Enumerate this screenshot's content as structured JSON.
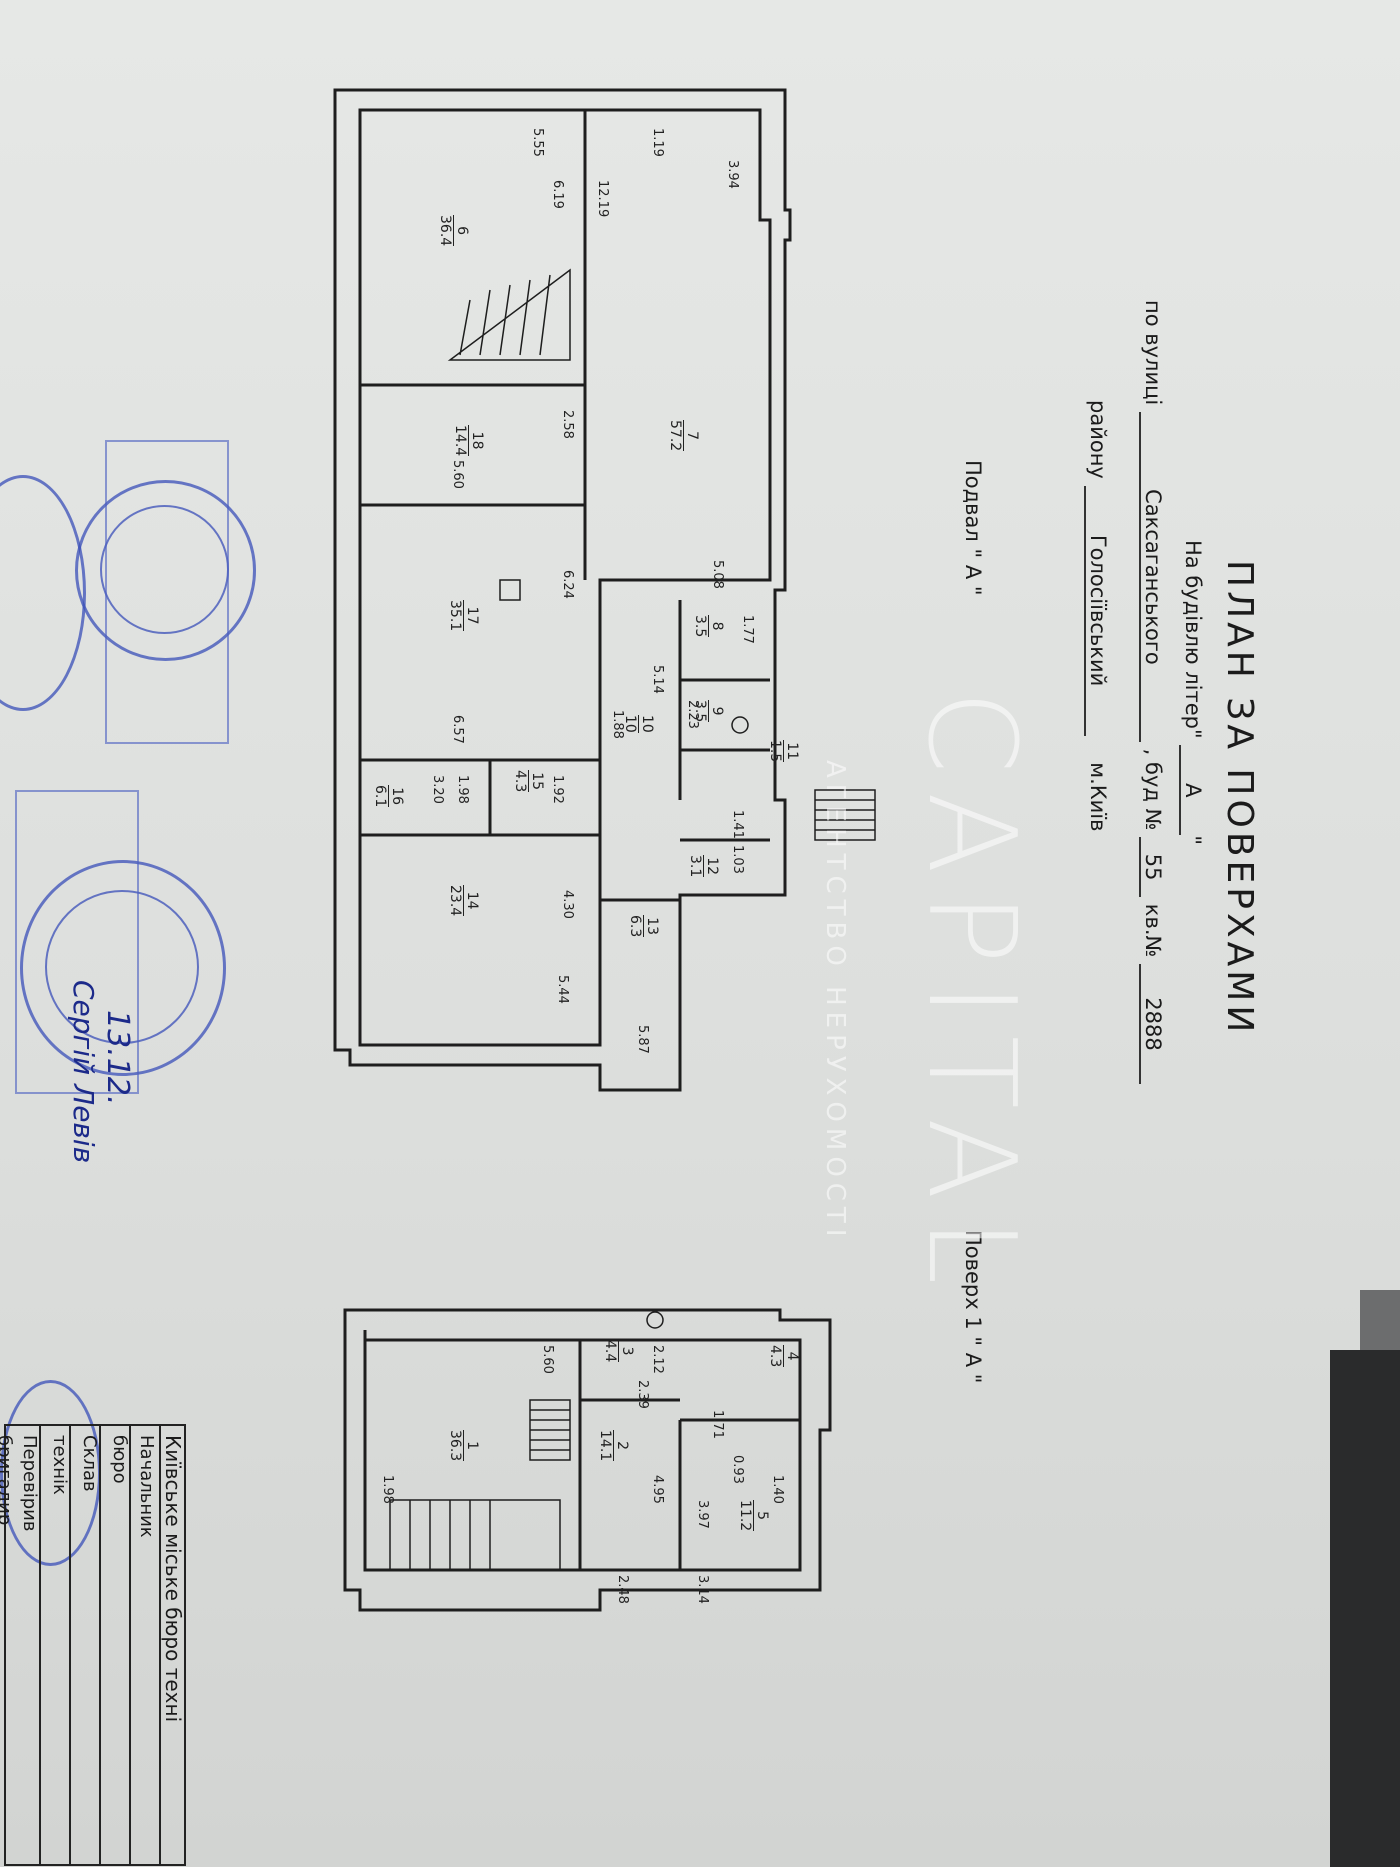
{
  "document": {
    "title": "ПЛАН ЗА ПОВЕРХАМИ",
    "letter_line": "На будівлю літер\"",
    "letter_value": "А",
    "street_prefix": "по вулиці",
    "street": "Саксаганського",
    "house_prefix": ", буд №",
    "house": "55",
    "flat_prefix": "кв.№",
    "flat": "2888",
    "district_prefix": "району",
    "district": "Голосіївський",
    "city": "м.Київ",
    "basement_label": "Подвал \" А \"",
    "floor1_label": "Поверх 1 \" А \""
  },
  "basement": {
    "rooms": [
      {
        "num": "6",
        "area": "36.4"
      },
      {
        "num": "7",
        "area": "57.2"
      },
      {
        "num": "18",
        "area": "14.4"
      },
      {
        "num": "17",
        "area": "35.1"
      },
      {
        "num": "8",
        "area": "3.5"
      },
      {
        "num": "9",
        "area": "3.5"
      },
      {
        "num": "10",
        "area": "10"
      },
      {
        "num": "11",
        "area": "1.5"
      },
      {
        "num": "16",
        "area": "6.1"
      },
      {
        "num": "15",
        "area": "4.3"
      },
      {
        "num": "12",
        "area": "3.1"
      },
      {
        "num": "14",
        "area": "23.4"
      },
      {
        "num": "13",
        "area": "6.3"
      }
    ],
    "dims": [
      "5.55",
      "1.19",
      "6.19",
      "12.19",
      "3.94",
      "2.58",
      "5.60",
      "6.24",
      "5.08",
      "1.77",
      "5.14",
      "2.23",
      "1.88",
      "6.57",
      "3.20",
      "1.98",
      "1.92",
      "1.41",
      "1.03",
      "4.30",
      "5.44",
      "5.87"
    ]
  },
  "floor1": {
    "rooms": [
      {
        "num": "1",
        "area": "36.3"
      },
      {
        "num": "2",
        "area": "14.1"
      },
      {
        "num": "3",
        "area": "4.4"
      },
      {
        "num": "4",
        "area": "4.3"
      },
      {
        "num": "5",
        "area": "11.2"
      }
    ],
    "dims": [
      "5.60",
      "2.12",
      "2.39",
      "1.71",
      "0.93",
      "1.98",
      "4.95",
      "3.97",
      "1.40",
      "2.48",
      "3.14"
    ]
  },
  "stamp_table": {
    "lines": [
      "Київське міське бюро техні",
      "Начальник",
      "бюро",
      "Склав",
      "технік",
      "Перевірив",
      "бригадир"
    ]
  },
  "watermark": {
    "brand": "CAPITAL",
    "tagline": "АГЕНТСТВО НЕРУХОМОСТІ"
  },
  "handwriting": {
    "note1": "13.12.",
    "note2": "Сергій Левів"
  }
}
